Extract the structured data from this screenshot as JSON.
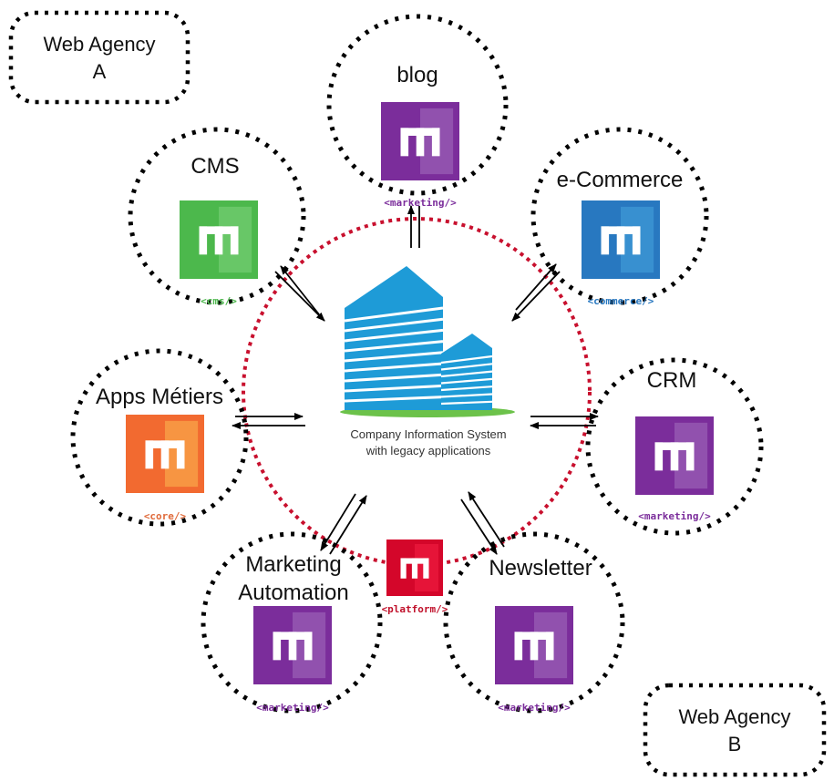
{
  "title": "Company Information System with legacy applications",
  "center": {
    "caption_line1": "Company Information System",
    "caption_line2": "with legacy applications",
    "icon": "office-buildings-icon"
  },
  "agencies": [
    {
      "id": "agency-a",
      "line1": "Web Agency",
      "line2": "A"
    },
    {
      "id": "agency-b",
      "line1": "Web Agency",
      "line2": "B"
    }
  ],
  "modules": [
    {
      "id": "blog",
      "label": "blog",
      "tag": "<marketing/>",
      "color": "#7B2D9B",
      "accent": "#9355B0",
      "tag_color": "#7B2D9B"
    },
    {
      "id": "cms",
      "label": "CMS",
      "tag": "<cms/>",
      "color": "#4CB84C",
      "accent": "#6CC96A",
      "tag_color": "#4CB84C"
    },
    {
      "id": "ecommerce",
      "label": "e-Commerce",
      "tag": "<commerce/>",
      "color": "#2878C0",
      "accent": "#3A92D2",
      "tag_color": "#2878C0"
    },
    {
      "id": "apps-metiers",
      "label": "Apps Métiers",
      "tag": "<core/>",
      "color": "#F26A30",
      "accent": "#F79A45",
      "tag_color": "#E06A3A"
    },
    {
      "id": "crm",
      "label": "CRM",
      "tag": "<marketing/>",
      "color": "#7B2D9B",
      "accent": "#9355B0",
      "tag_color": "#7B2D9B"
    },
    {
      "id": "marketing-automation",
      "label_line1": "Marketing",
      "label_line2": "Automation",
      "tag": "<marketing/>",
      "color": "#7B2D9B",
      "accent": "#9355B0",
      "tag_color": "#7B2D9B"
    },
    {
      "id": "newsletter",
      "label": "Newsletter",
      "tag": "<marketing/>",
      "color": "#7B2D9B",
      "accent": "#9355B0",
      "tag_color": "#7B2D9B"
    }
  ],
  "platform": {
    "tag": "<platform/>",
    "color": "#D4062A",
    "accent": "#E8163A",
    "tag_color": "#C0102A"
  },
  "colors": {
    "ring": "#C8102E",
    "building": "#1E9BD7",
    "ground": "#6CC24A"
  }
}
